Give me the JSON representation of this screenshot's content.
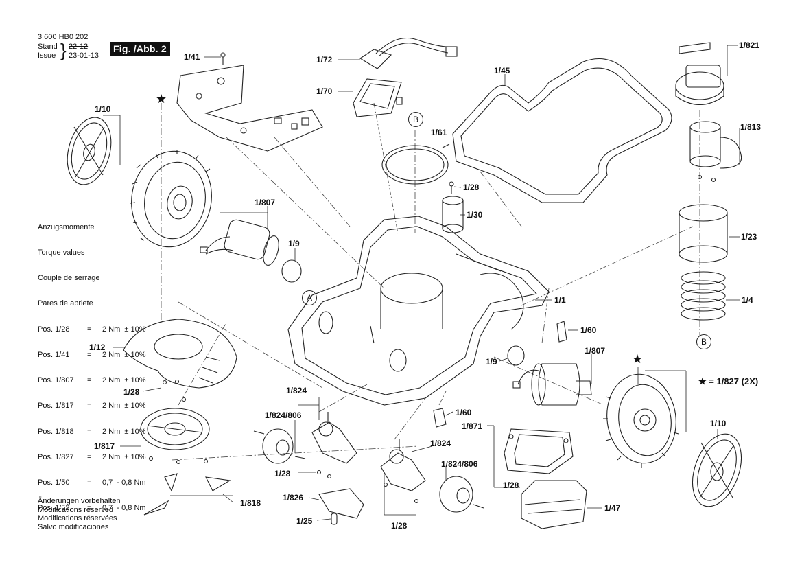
{
  "header": {
    "doc_number": "3 600 HB0 202",
    "stand_label": "Stand",
    "issue_label": "Issue",
    "stand_old": "22-12",
    "stand_new": "23-01-13",
    "figure_title": "Fig. /Abb. 2"
  },
  "torque": {
    "headings": [
      "Anzugsmomente",
      "Torque values",
      "Couple de serrage",
      "Pares de apriete"
    ],
    "rows": [
      {
        "pos": "Pos. 1/28",
        "eq": "=",
        "val": "2 Nm  ± 10%"
      },
      {
        "pos": "Pos. 1/41",
        "eq": "=",
        "val": "2 Nm  ± 10%"
      },
      {
        "pos": "Pos. 1/807",
        "eq": "=",
        "val": "2 Nm  ± 10%"
      },
      {
        "pos": "Pos. 1/817",
        "eq": "=",
        "val": "2 Nm  ± 10%"
      },
      {
        "pos": "Pos. 1/818",
        "eq": "=",
        "val": "2 Nm  ± 10%"
      },
      {
        "pos": "Pos. 1/827",
        "eq": "=",
        "val": "2 Nm  ± 10%"
      },
      {
        "pos": "Pos. 1/50",
        "eq": "=",
        "val": "0,7  - 0,8 Nm"
      },
      {
        "pos": "Pos. 1/52",
        "eq": "=",
        "val": "0,7  - 0,8 Nm"
      }
    ]
  },
  "notes": [
    "Änderungen vorbehalten",
    "Modifications reserved",
    "Modifications réservées",
    "Salvo modificaciones"
  ],
  "legend_star": "= 1/827 (2X)",
  "markers": {
    "a": "A",
    "b_top": "B",
    "b_bottom": "B"
  },
  "labels": {
    "p1_41": "1/41",
    "p1_72": "1/72",
    "p1_70": "1/70",
    "p1_45": "1/45",
    "p1_821": "1/821",
    "p1_10_left": "1/10",
    "p1_61": "1/61",
    "p1_813": "1/813",
    "p1_28_top": "1/28",
    "p1_807_left": "1/807",
    "p1_30": "1/30",
    "p1_23": "1/23",
    "p1_9_left": "1/9",
    "p1_1": "1/1",
    "p1_4": "1/4",
    "p1_12": "1/12",
    "p1_60_right": "1/60",
    "p1_9_right": "1/9",
    "p1_807_right": "1/807",
    "p1_28_left": "1/28",
    "p1_824_a": "1/824",
    "p1_824_806_a": "1/824/806",
    "p1_60_low": "1/60",
    "p1_871": "1/871",
    "p1_817": "1/817",
    "p1_824_b": "1/824",
    "p1_824_806_b": "1/824/806",
    "p1_10_right": "1/10",
    "p1_28_mid": "1/28",
    "p1_28_batt": "1/28",
    "p1_826": "1/826",
    "p1_818": "1/818",
    "p1_47": "1/47",
    "p1_25": "1/25",
    "p1_28_bottom": "1/28"
  }
}
